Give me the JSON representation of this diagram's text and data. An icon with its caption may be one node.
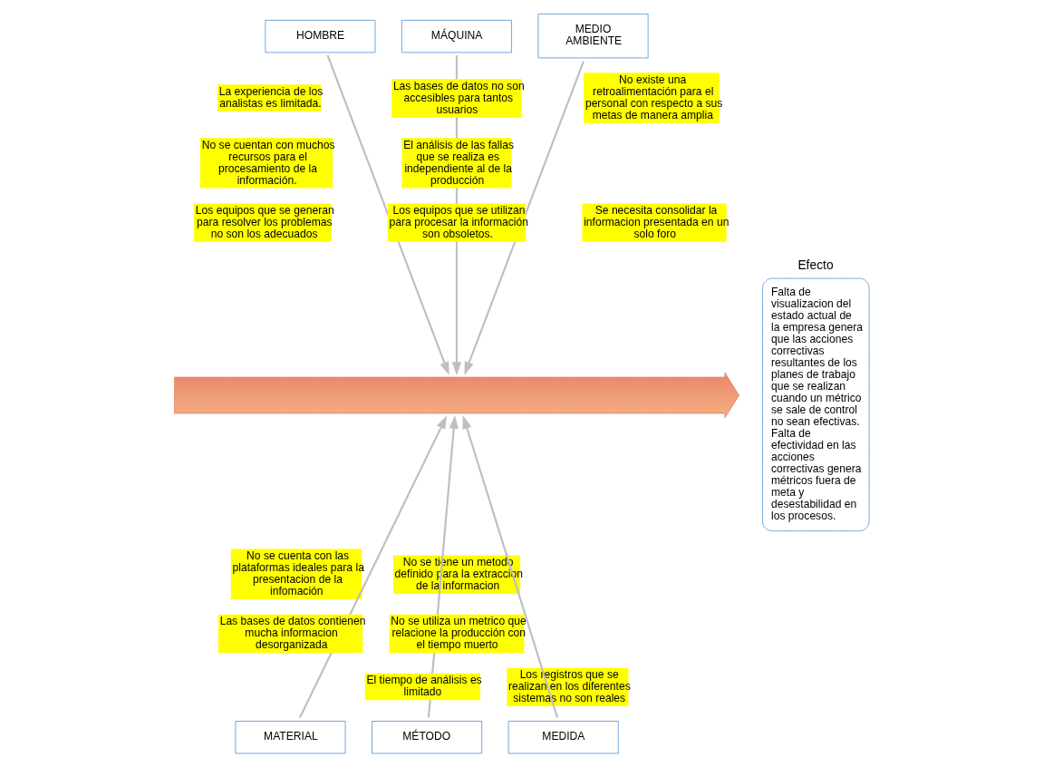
{
  "diagram": {
    "nodes": [
      {
        "text": [
          "HOMBRE"
        ]
      },
      {
        "text": [
          "MÁQUINA"
        ]
      },
      {
        "text": [
          "MEDIO AMBIENTE"
        ]
      },
      {
        "text": [],
        "shape": "arrow"
      },
      {
        "text": [
          "Efecto",
          "Falta de visualizacion del estado actual de la empresa genera que las acciones correctivas resultantes de los planes de trabajo que se realizan cuando un métrico se sale de control no sean efectivas. Falta de efectividad en las acciones correctivas genera métricos fuera de meta y desestabilidad en los procesos."
        ]
      },
      {
        "text": [
          "MATERIAL"
        ]
      },
      {
        "text": [
          "MÉTODO"
        ]
      },
      {
        "text": [
          "MEDIDA"
        ]
      }
    ],
    "edges": [
      {
        "from": 0,
        "to": 3,
        "arrow": "to"
      },
      {
        "from": 1,
        "to": 3,
        "arrow": "to"
      },
      {
        "from": 2,
        "to": 3,
        "arrow": "to"
      },
      {
        "from": 5,
        "to": 3,
        "arrow": "to"
      },
      {
        "from": 6,
        "to": 3,
        "arrow": "to"
      },
      {
        "from": 7,
        "to": 3,
        "arrow": "to"
      }
    ],
    "labels": [
      "La experiencia de los analistas es limitada.",
      "No se cuentan con muchos recursos para el procesamiento de la información.",
      "Los equipos que se generan para resolver los problemas no son los adecuados",
      "Las bases de datos no son accesibles para tantos usuarios",
      "El análisis de las fallas que se realiza es independiente al de la producción",
      "Los equipos que se utilizan para procesar la información son obsoletos.",
      "No existe una retroalimentación para el personal con respecto a sus metas de manera amplia",
      "Se necesita consolidar la informacion presentada en un solo foro",
      "No se cuenta con las plataformas ideales para la presentacion de la infomación",
      "Las bases de datos contienen mucha informacion desorganizada",
      "No se tiene un metodo definido para la extraccion de la informacion",
      "No se utiliza un metrico que relacione la producción con el tiempo muerto",
      "El tiempo de análisis es limitado",
      "Los registros que se realizan en los diferentes sistemas no son reales"
    ]
  }
}
